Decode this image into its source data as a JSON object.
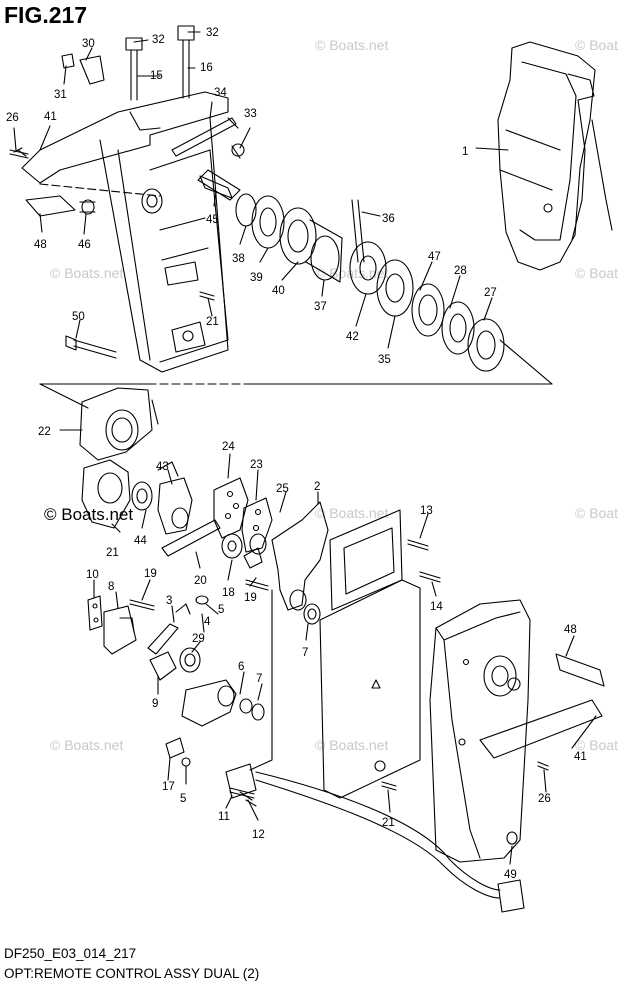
{
  "figure": {
    "title": "FIG.217",
    "code": "DF250_E03_014_217",
    "caption": "OPT:REMOTE CONTROL ASSY DUAL (2)"
  },
  "watermark": {
    "text": "© Boats.net",
    "featured_text": "© Boats.net"
  },
  "colors": {
    "line": "#000000",
    "watermark": "#c9c9c9",
    "background": "#ffffff"
  },
  "callouts": [
    {
      "num": "32"
    },
    {
      "num": "32"
    },
    {
      "num": "30"
    },
    {
      "num": "31"
    },
    {
      "num": "15"
    },
    {
      "num": "16"
    },
    {
      "num": "34"
    },
    {
      "num": "33"
    },
    {
      "num": "26"
    },
    {
      "num": "41"
    },
    {
      "num": "1"
    },
    {
      "num": "48"
    },
    {
      "num": "46"
    },
    {
      "num": "45"
    },
    {
      "num": "36"
    },
    {
      "num": "38"
    },
    {
      "num": "39"
    },
    {
      "num": "40"
    },
    {
      "num": "37"
    },
    {
      "num": "47"
    },
    {
      "num": "28"
    },
    {
      "num": "27"
    },
    {
      "num": "42"
    },
    {
      "num": "35"
    },
    {
      "num": "21"
    },
    {
      "num": "50"
    },
    {
      "num": "22"
    },
    {
      "num": "24"
    },
    {
      "num": "23"
    },
    {
      "num": "43"
    },
    {
      "num": "25"
    },
    {
      "num": "2"
    },
    {
      "num": "13"
    },
    {
      "num": "21"
    },
    {
      "num": "44"
    },
    {
      "num": "20"
    },
    {
      "num": "14"
    },
    {
      "num": "10"
    },
    {
      "num": "8"
    },
    {
      "num": "19"
    },
    {
      "num": "3"
    },
    {
      "num": "18"
    },
    {
      "num": "19"
    },
    {
      "num": "5"
    },
    {
      "num": "4"
    },
    {
      "num": "7"
    },
    {
      "num": "29"
    },
    {
      "num": "48"
    },
    {
      "num": "9"
    },
    {
      "num": "6"
    },
    {
      "num": "7"
    },
    {
      "num": "41"
    },
    {
      "num": "17"
    },
    {
      "num": "5"
    },
    {
      "num": "26"
    },
    {
      "num": "11"
    },
    {
      "num": "12"
    },
    {
      "num": "21"
    },
    {
      "num": "49"
    }
  ]
}
